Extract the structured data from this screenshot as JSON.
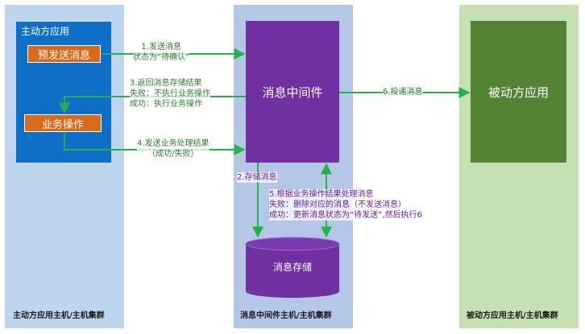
{
  "hosts": {
    "left": {
      "label": "主动方应用主机/主机集群"
    },
    "middle": {
      "label": "消息中间件主机/主机集群"
    },
    "right": {
      "label": "被动方应用主机/主机集群"
    }
  },
  "active_app": {
    "title": "主动方应用",
    "pre_send_button": "预发送消息",
    "business_op_button": "业务操作"
  },
  "middleware": {
    "label": "消息中间件"
  },
  "passive_app": {
    "label": "被动方应用"
  },
  "storage": {
    "label": "消息存储"
  },
  "steps": {
    "s1": [
      "1.发送消息",
      "状态为“待确认”"
    ],
    "s2": "2.存储消息",
    "s3": [
      "3.返回消息存储结果",
      "失败：不执行业务操作",
      "成功：执行业务操作"
    ],
    "s4": [
      "4.发送业务处理结果",
      "（成功/失败）"
    ],
    "s5": [
      "5.根据业务操作结果处理消息",
      "失败：删除对应的消息（不发送消息）",
      "成功：更新消息状态为“待发送”,然后执行6"
    ],
    "s6": "6.投递消息"
  },
  "colors": {
    "left_host": "#bdd6ee",
    "mid_host": "#b4c7e7",
    "right_host": "#c5e0b3",
    "active_app": "#0f6fc6",
    "orange": "#d86a1c",
    "middleware": "#7030a0",
    "passive_app": "#548235",
    "arrow": "#22b14c"
  }
}
